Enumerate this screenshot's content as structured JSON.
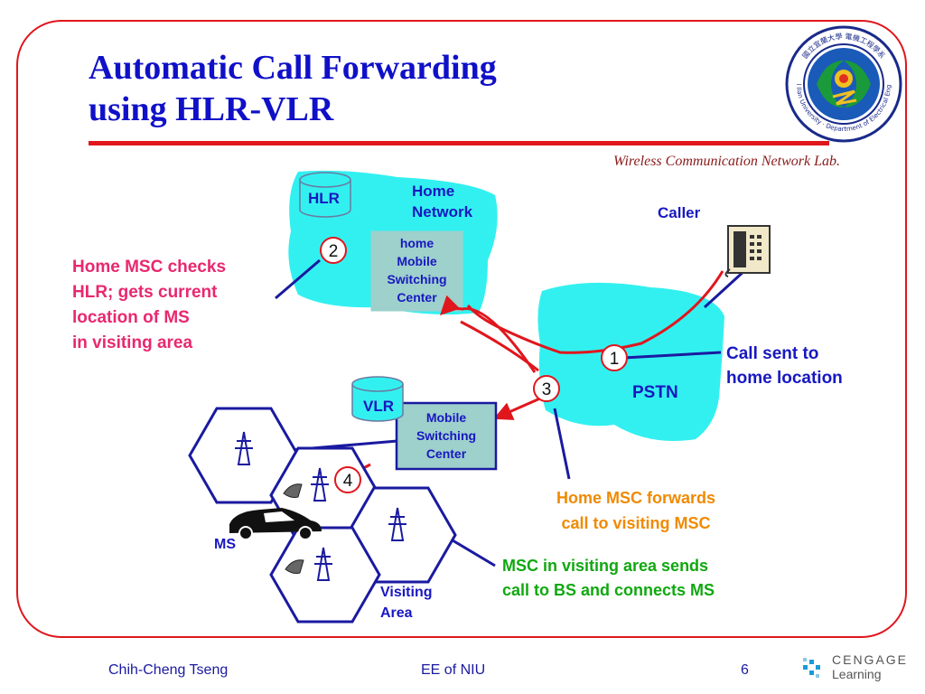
{
  "slide": {
    "title_line1": "Automatic Call Forwarding",
    "title_line2": "using HLR-VLR",
    "lab_name": "Wireless Communication Network Lab.",
    "logo_ring_text": "National Ilan University · Department of Electrical Engineering",
    "logo_ring_text_top": "國立宜蘭大學 電機工程學系"
  },
  "diagram": {
    "hlr": "HLR",
    "vlr": "VLR",
    "home_network": [
      "Home",
      "Network"
    ],
    "home_msc": [
      "home",
      "Mobile",
      "Switching",
      "Center"
    ],
    "visiting_msc": [
      "Mobile",
      "Switching",
      "Center"
    ],
    "pstn": "PSTN",
    "caller": "Caller",
    "ms": "MS",
    "visiting_area": [
      "Visiting",
      "Area"
    ],
    "steps": [
      "1",
      "2",
      "3",
      "4"
    ]
  },
  "annotations": {
    "step2": [
      "Home MSC checks",
      "HLR; gets current",
      "location of MS",
      "in visiting area"
    ],
    "step1": [
      "Call sent to",
      "home location"
    ],
    "step3": [
      "Home MSC forwards",
      "call to visiting MSC"
    ],
    "step4": [
      "MSC in visiting area sends",
      "call to BS and connects MS"
    ]
  },
  "footer": {
    "author": "Chih-Cheng Tseng",
    "dept": "EE of NIU",
    "page": "6",
    "brand_top": "CENGAGE",
    "brand_bottom": "Learning"
  },
  "colors": {
    "frame": "#e0161d",
    "title": "#1010c8",
    "cloud": "#33f0f0",
    "pink": "#e8286e",
    "orange": "#f08a00",
    "green": "#10a810"
  }
}
